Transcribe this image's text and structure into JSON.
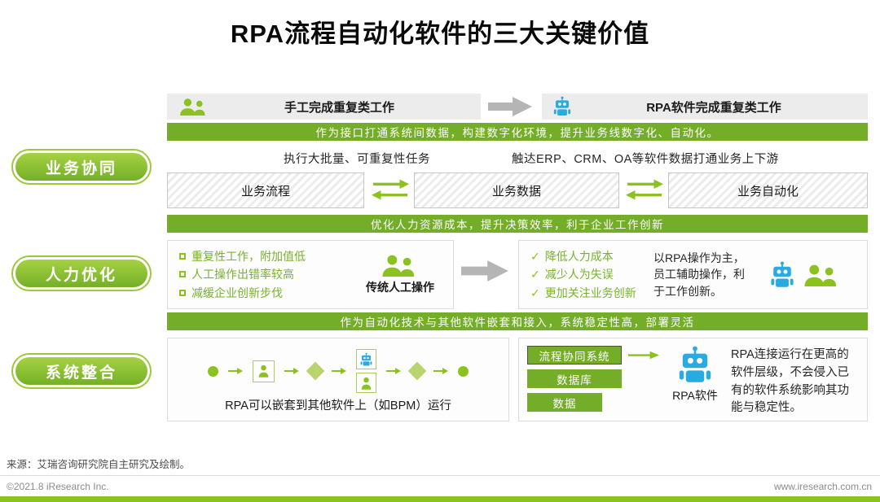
{
  "title": "RPA流程自动化软件的三大关键价值",
  "comparison": {
    "manual_label": "手工完成重复类工作",
    "rpa_label": "RPA软件完成重复类工作"
  },
  "section1": {
    "label": "业务协同",
    "banner": "作为接口打通系统间数据，构建数字化环境，提升业务线数字化、自动化。",
    "note_left": "执行大批量、可重复性任务",
    "note_right": "触达ERP、CRM、OA等软件数据打通业务上下游",
    "flow_boxes": [
      "业务流程",
      "业务数据",
      "业务自动化"
    ]
  },
  "section2": {
    "label": "人力优化",
    "banner": "优化人力资源成本，提升决策效率，利于企业工作创新",
    "cons": [
      "重复性工作，附加值低",
      "人工操作出错率较高",
      "减缓企业创新步伐"
    ],
    "cons_caption": "传统人工操作",
    "pros": [
      "降低人力成本",
      "减少人为失误",
      "更加关注业务创新"
    ],
    "pros_note": "以RPA操作为主，员工辅助操作，利于工作创新。"
  },
  "section3": {
    "label": "系统整合",
    "banner": "作为自动化技术与其他软件嵌套和接入，系统稳定性高，部署灵活",
    "flow_caption": "RPA可以嵌套到其他软件上（如BPM）运行",
    "stack": [
      "流程协同系统",
      "数据库",
      "数据"
    ],
    "rpa_caption": "RPA软件",
    "note": "RPA连接运行在更高的软件层级，不会侵入已有的软件系统影响其功能与稳定性。"
  },
  "icons": {
    "check": "✓"
  },
  "footer": {
    "source": "来源：艾瑞咨询研究院自主研究及绘制。",
    "copyright": "©2021.8 iResearch Inc.",
    "website": "www.iresearch.com.cn"
  },
  "colors": {
    "brand_green": "#8cc21f",
    "banner_green": "#74ad28",
    "robot_blue": "#29abe2"
  }
}
